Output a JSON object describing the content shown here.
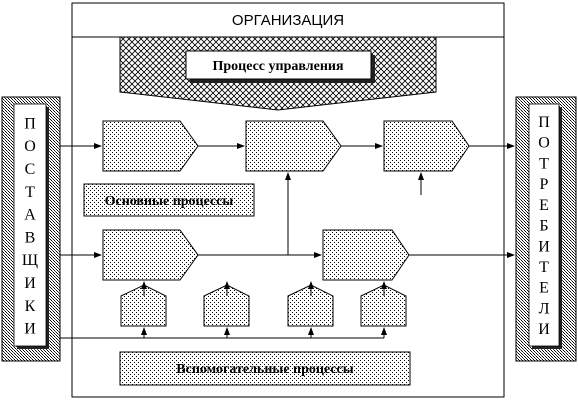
{
  "diagram": {
    "organization_label": "ОРГАНИЗАЦИЯ",
    "management_label": "Процесс управления",
    "main_processes_label": "Основные процессы",
    "support_processes_label": "Вспомогательные процессы",
    "suppliers_letters": [
      "П",
      "О",
      "С",
      "Т",
      "А",
      "В",
      "Щ",
      "И",
      "К",
      "И"
    ],
    "consumers_letters": [
      "П",
      "О",
      "Т",
      "Р",
      "Е",
      "Б",
      "И",
      "Т",
      "Е",
      "Л",
      "И"
    ]
  },
  "colors": {
    "line": "#000000",
    "shadow": "#222222",
    "paper": "#ffffff"
  }
}
